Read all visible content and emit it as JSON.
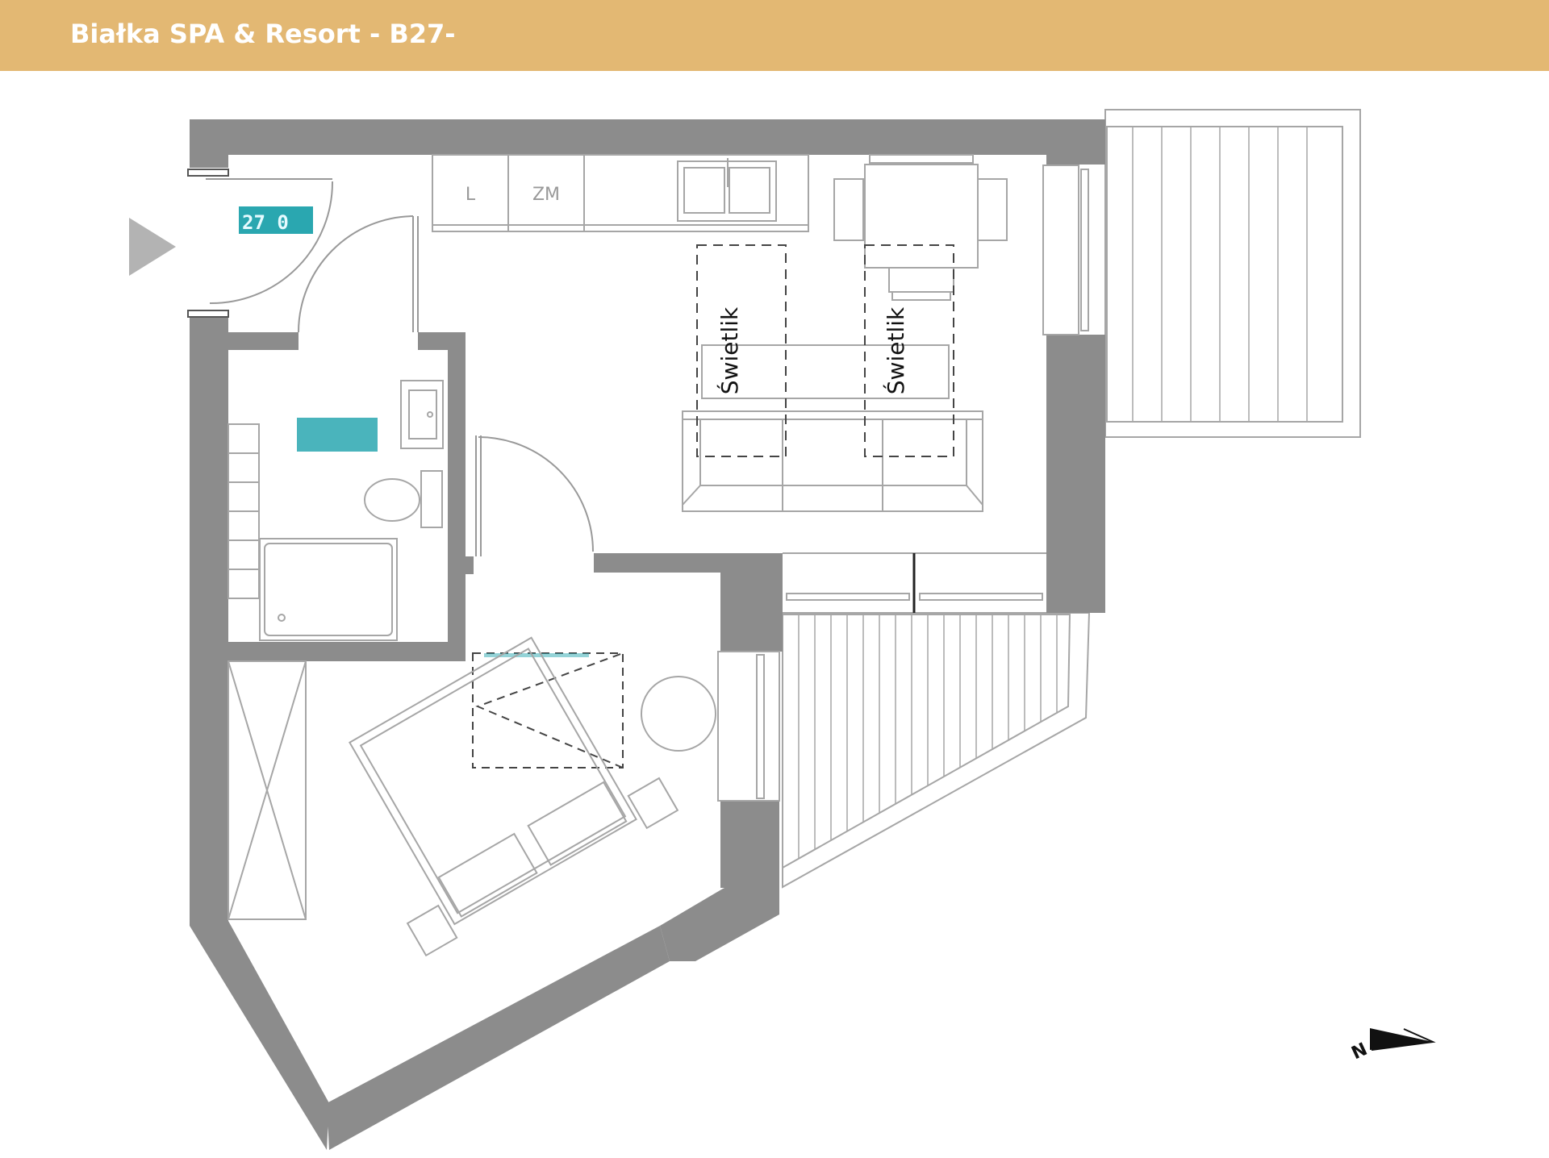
{
  "header": {
    "title": "Białka SPA & Resort - B27-"
  },
  "labels": {
    "fridge": "L",
    "freezer": "ZM",
    "skylight_1": "Świetlik",
    "skylight_2": "Świetlik",
    "north": "N"
  },
  "colors": {
    "header_bg": "#e3b873",
    "wall": "#8c8c8c",
    "line": "#a6a6a6",
    "dash": "#444444",
    "accent_teal": "#2aa7b0"
  }
}
